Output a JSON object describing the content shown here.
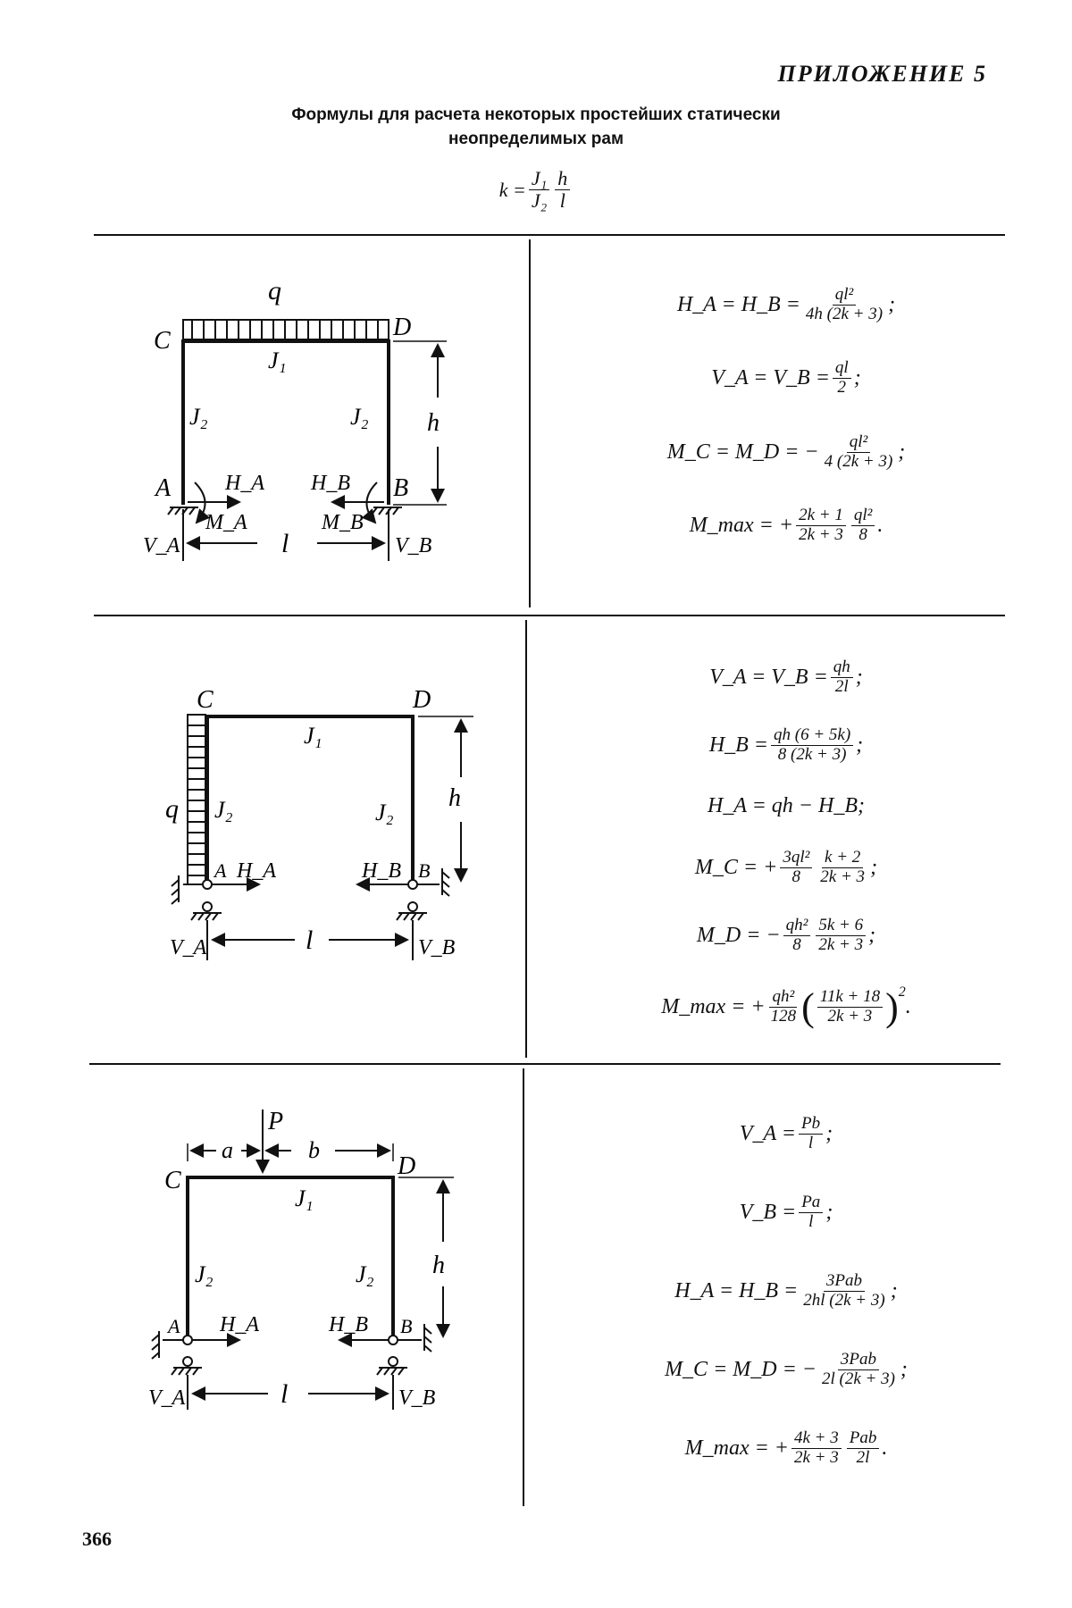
{
  "header": {
    "appendix": "ПРИЛОЖЕНИЕ 5",
    "title_line1": "Формулы для расчета некоторых простейших статически",
    "title_line2": "неопределимых рам",
    "k_formula": {
      "lhs": "k =",
      "f1_num": "J₁",
      "f1_den": "J₂",
      "f2_num": "h",
      "f2_den": "l"
    }
  },
  "case1": {
    "labels": {
      "load": "q",
      "c": "C",
      "d": "D",
      "j1": "J₁",
      "j2_left": "J₂",
      "j2_right": "J₂",
      "h": "h",
      "a": "A",
      "b": "B",
      "ha": "H_A",
      "hb": "H_B",
      "ma": "M_A",
      "mb": "M_B",
      "va": "V_A",
      "vb": "V_B",
      "l": "l"
    },
    "formulas": [
      {
        "lhs": "H_A = H_B =",
        "num": "ql²",
        "den": "4h (2k + 3)",
        "tail": ";"
      },
      {
        "lhs": "V_A = V_B =",
        "num": "ql",
        "den": "2",
        "tail": ";"
      },
      {
        "lhs": "M_C = M_D = −",
        "num": "ql²",
        "den": "4 (2k + 3)",
        "tail": ";"
      },
      {
        "lhs": "M_max = +",
        "num": "2k + 1",
        "den": "2k + 3",
        "num2": "ql²",
        "den2": "8",
        "tail": "."
      }
    ]
  },
  "case2": {
    "labels": {
      "load": "q",
      "c": "C",
      "d": "D",
      "j1": "J₁",
      "j2_left": "J₂",
      "j2_right": "J₂",
      "h": "h",
      "a": "A",
      "b": "B",
      "ha": "H_A",
      "hb": "H_B",
      "va": "V_A",
      "vb": "V_B",
      "l": "l"
    },
    "formulas": [
      {
        "lhs": "V_A = V_B =",
        "num": "qh",
        "den": "2l",
        "tail": ";"
      },
      {
        "lhs": "H_B =",
        "num": "qh (6 + 5k)",
        "den": "8 (2k + 3)",
        "tail": ";"
      },
      {
        "lhs": "H_A = qh − H_B;"
      },
      {
        "lhs": "M_C = +",
        "num": "3ql²",
        "den": "8",
        "num2": "k + 2",
        "den2": "2k + 3",
        "tail": ";"
      },
      {
        "lhs": "M_D = −",
        "num": "qh²",
        "den": "8",
        "num2": "5k + 6",
        "den2": "2k + 3",
        "tail": ";"
      },
      {
        "lhs": "M_max = +",
        "num": "qh²",
        "den": "128",
        "pnum": "11k + 18",
        "pden": "2k + 3",
        "exp": "2",
        "tail": "."
      }
    ]
  },
  "case3": {
    "labels": {
      "load": "P",
      "a_dim": "a",
      "b_dim": "b",
      "c": "C",
      "d": "D",
      "j1": "J₁",
      "j2_left": "J₂",
      "j2_right": "J₂",
      "h": "h",
      "a": "A",
      "b": "B",
      "ha": "H_A",
      "hb": "H_B",
      "va": "V_A",
      "vb": "V_B",
      "l": "l"
    },
    "formulas": [
      {
        "lhs": "V_A =",
        "num": "Pb",
        "den": "l",
        "tail": ";"
      },
      {
        "lhs": "V_B =",
        "num": "Pa",
        "den": "l",
        "tail": ";"
      },
      {
        "lhs": "H_A = H_B =",
        "num": "3Pab",
        "den": "2hl (2k + 3)",
        "tail": ";"
      },
      {
        "lhs": "M_C = M_D = −",
        "num": "3Pab",
        "den": "2l (2k + 3)",
        "tail": ";"
      },
      {
        "lhs": "M_max = +",
        "num": "4k + 3",
        "den": "2k + 3",
        "num2": "Pab",
        "den2": "2l",
        "tail": "."
      }
    ]
  },
  "footer": {
    "page_number": "366"
  }
}
